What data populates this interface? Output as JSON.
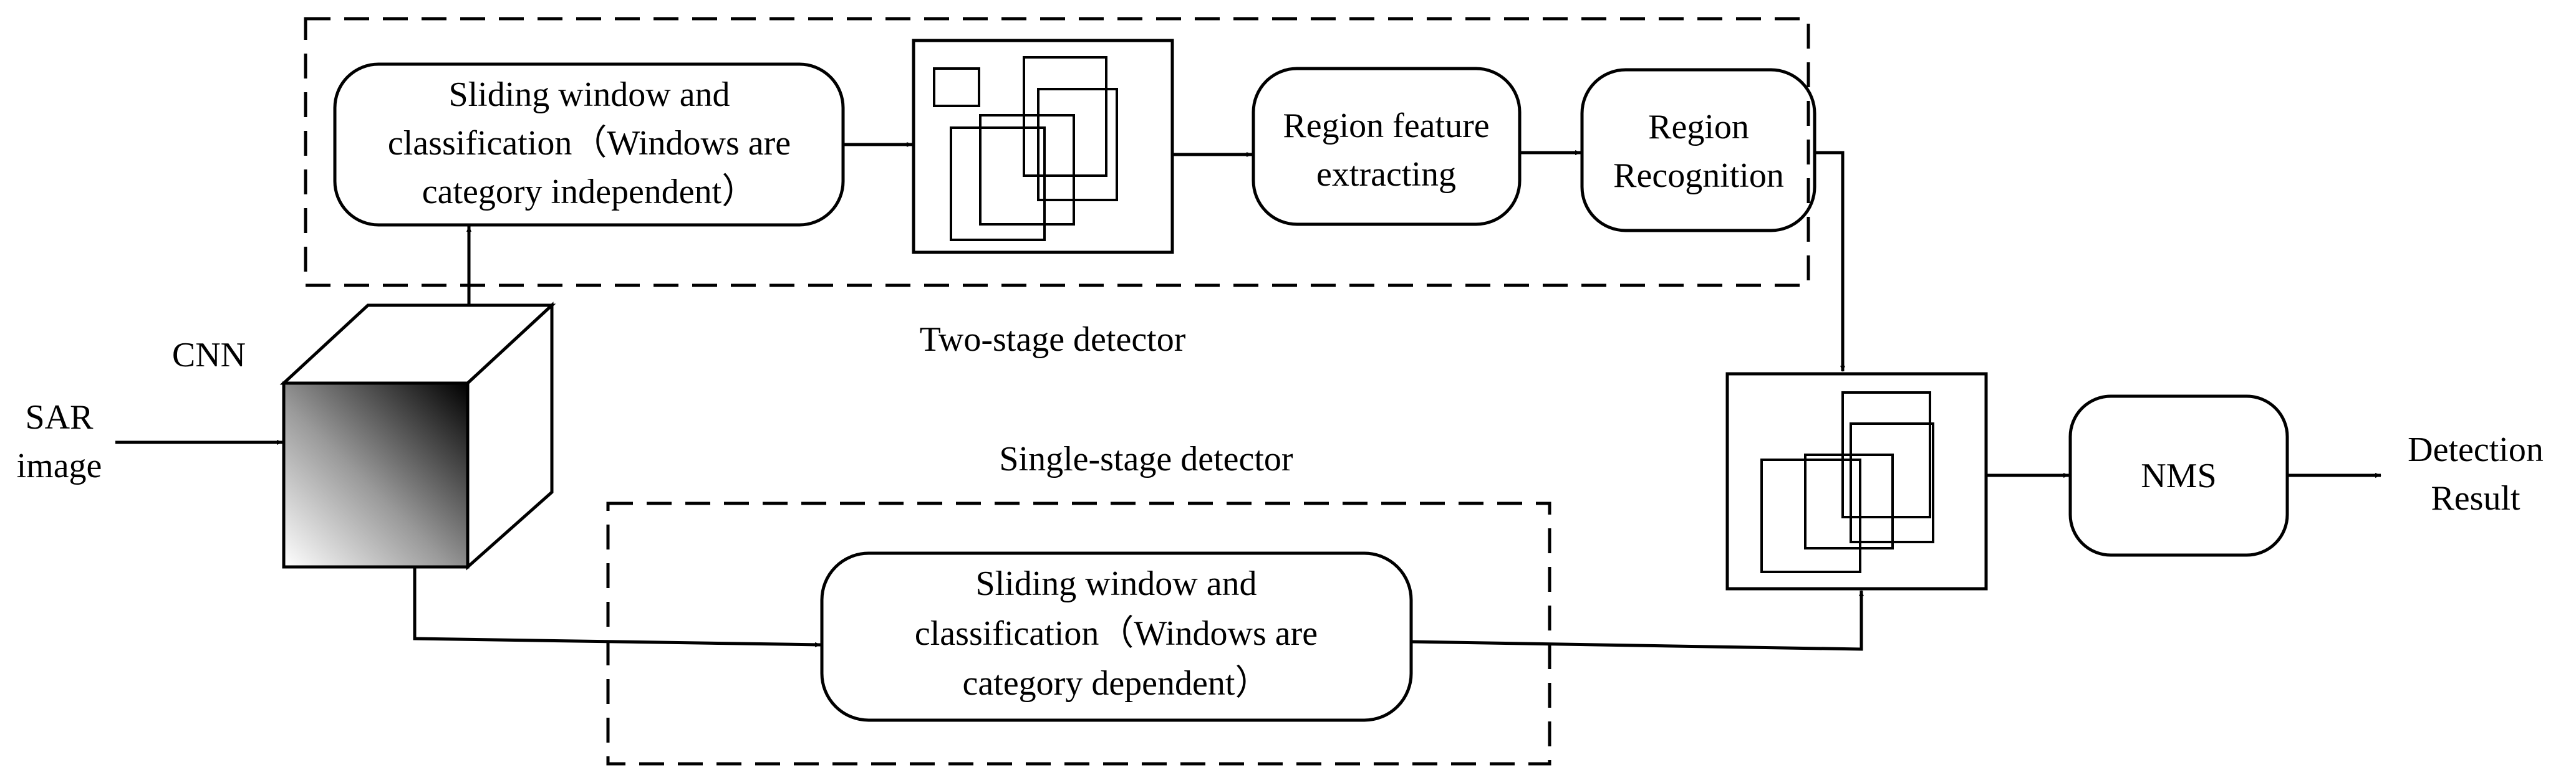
{
  "diagram": {
    "input_label_line1": "SAR",
    "input_label_line2": "image",
    "cnn_label": "CNN",
    "two_stage": {
      "caption": "Two-stage detector",
      "sliding_window_lines": [
        "Sliding window and",
        "classification（Windows are",
        "category independent）"
      ],
      "region_feature_lines": [
        "Region feature",
        "extracting"
      ],
      "region_recognition_lines": [
        "Region",
        "Recognition"
      ]
    },
    "single_stage": {
      "caption": "Single-stage detector",
      "sliding_window_lines": [
        "Sliding window and",
        "classification（Windows are",
        "category dependent）"
      ]
    },
    "nms_label": "NMS",
    "output_label_line1": "Detection",
    "output_label_line2": "Result"
  }
}
